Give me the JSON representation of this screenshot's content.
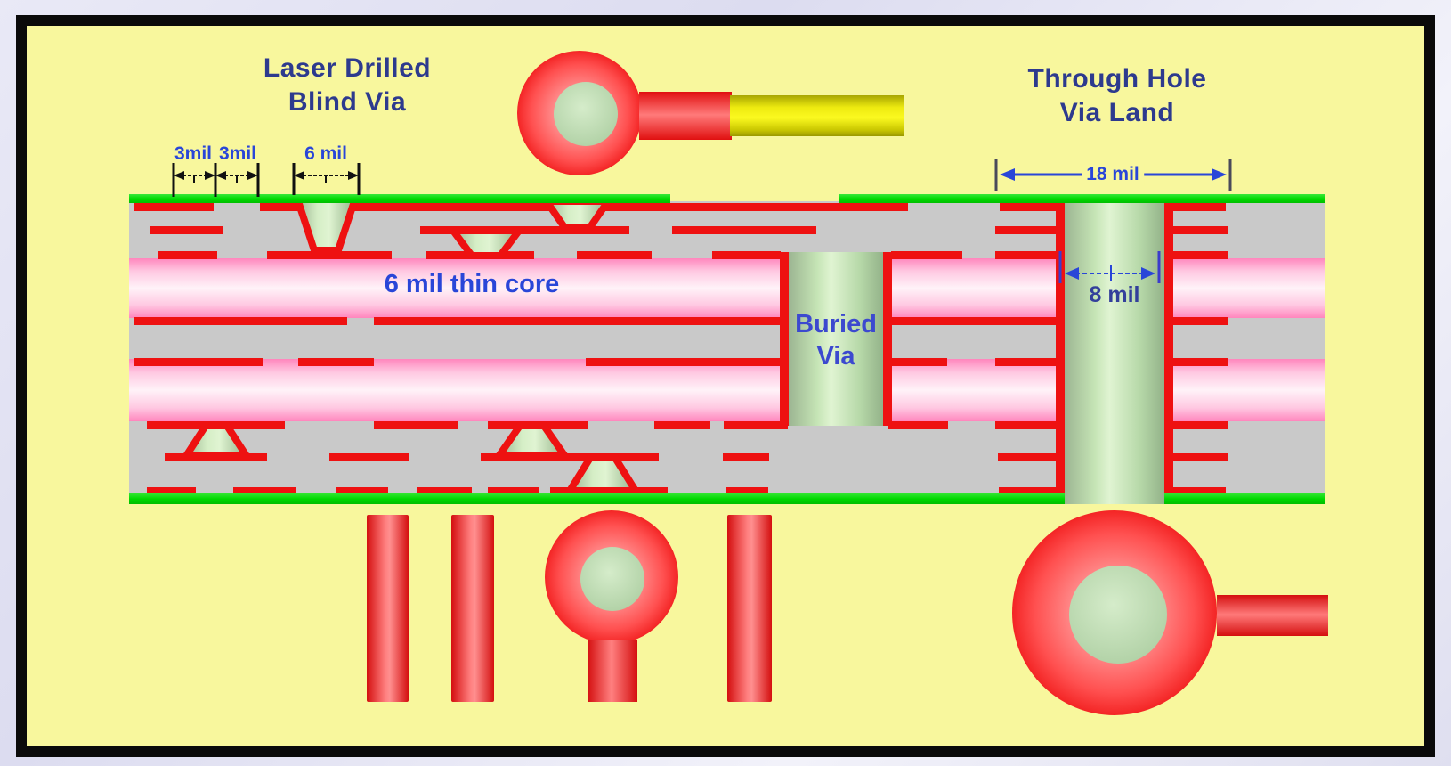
{
  "titles": {
    "blind_via": {
      "line1": "Laser Drilled",
      "line2": "Blind Via"
    },
    "through_hole": {
      "line1": "Through Hole",
      "line2": "Via Land"
    }
  },
  "dimensions": {
    "pitch_left": "3mil",
    "pitch_right": "3mil",
    "via_width": "6 mil",
    "land_width": "18 mil",
    "hole_width": "8 mil"
  },
  "annotations": {
    "core": "6 mil thin core",
    "buried_line1": "Buried",
    "buried_line2": "Via"
  },
  "colors": {
    "slide_background": "#f8f79d",
    "frame": "#0a0a0a",
    "solder_mask_green": "#00d800",
    "copper_red": "#ee1111",
    "substrate_gray": "#c9c9c9",
    "core_pink": "#ff86bd",
    "via_fill_green": "#c5e4b5",
    "trace_yellow": "#f0ee2a",
    "title_text_blue": "#2d3a8e",
    "dimension_blue": "#2946d8"
  }
}
